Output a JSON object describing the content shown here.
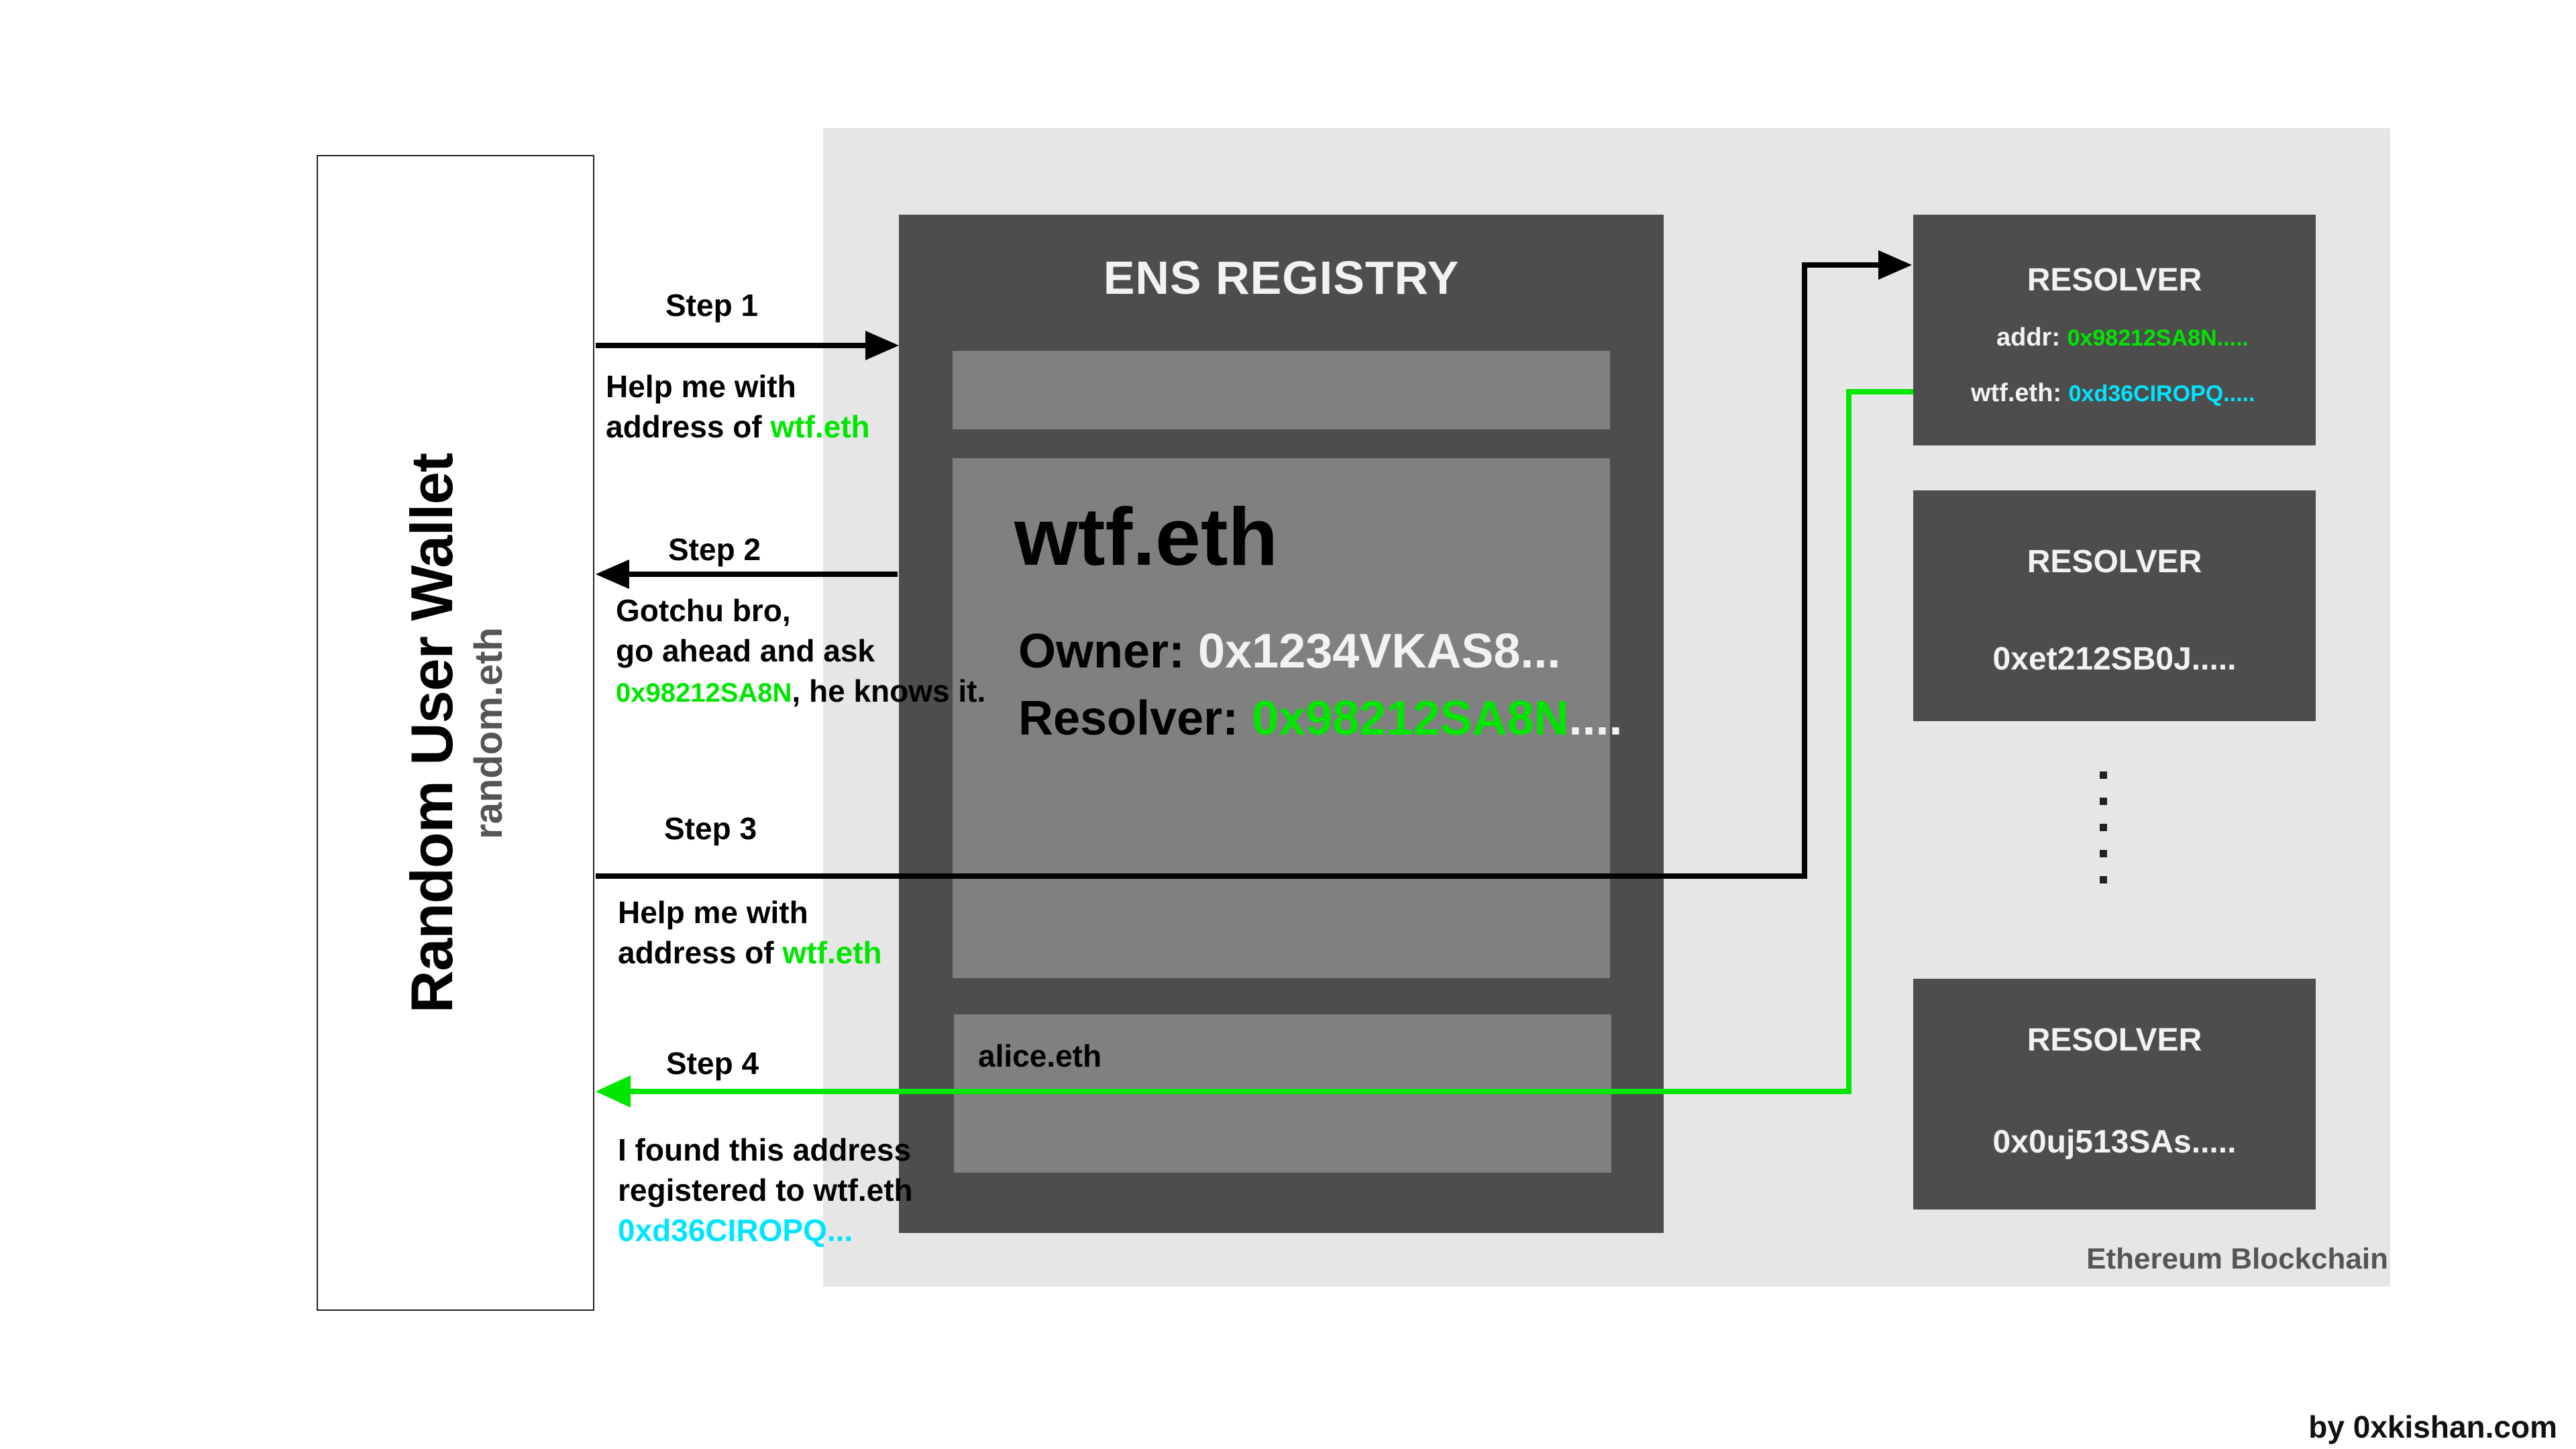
{
  "wallet": {
    "title": "Random User Wallet",
    "subtitle": "random.eth"
  },
  "blockchain": {
    "label": "Ethereum Blockchain"
  },
  "registry": {
    "title": "ENS REGISTRY",
    "entry": {
      "name": "wtf.eth",
      "owner_label": "Owner:",
      "owner_value": "0x1234VKAS8...",
      "resolver_label": "Resolver:",
      "resolver_value": "0x98212SA8N",
      "resolver_suffix": "...."
    },
    "other_entry": "alice.eth"
  },
  "resolvers": [
    {
      "title": "RESOLVER",
      "rows": [
        {
          "label": "addr:",
          "value": "0x98212SA8N....."
        },
        {
          "label": "wtf.eth:",
          "value": "0xd36CIROPQ....."
        }
      ]
    },
    {
      "title": "RESOLVER",
      "value": "0xet212SB0J....."
    },
    {
      "title": "RESOLVER",
      "value": "0x0uj513SAs....."
    }
  ],
  "steps": [
    {
      "label": "Step 1",
      "line1": "Help me with",
      "line2_prefix": "address of ",
      "line2_highlight": "wtf.eth"
    },
    {
      "label": "Step 2",
      "line1": "Gotchu bro,",
      "line2": "go ahead and ask",
      "line3_highlight": "0x98212SA8N",
      "line3_suffix": ", he knows it."
    },
    {
      "label": "Step 3",
      "line1": "Help me with",
      "line2_prefix": "address of ",
      "line2_highlight": "wtf.eth"
    },
    {
      "label": "Step 4",
      "line1": "I found this address",
      "line2": "registered to wtf.eth",
      "line3_highlight": "0xd36CIROPQ..."
    }
  ],
  "colors": {
    "green": "#00e600",
    "cyan": "#00e5ff",
    "box": "#4d4d4d",
    "slot": "#808080",
    "chain": "#e6e6e6"
  },
  "credit": "by 0xkishan.com"
}
